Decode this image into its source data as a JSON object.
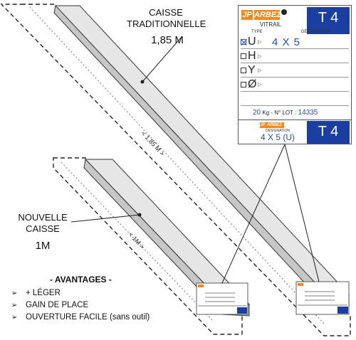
{
  "labels": {
    "traditional_line1": "CAISSE",
    "traditional_line2": "TRADITIONNELLE",
    "traditional_size": "1,85 M",
    "new_line1": "NOUVELLE",
    "new_line2": "CAISSE",
    "new_size": "1M",
    "dim_long": "< 1,85 M >",
    "dim_short": "< 1M >"
  },
  "advantages": {
    "title": "- AVANTAGES -",
    "items": [
      "+ LÉGER",
      "GAIN DE PLACE",
      "OUVERTURE FACILE (sans outil)"
    ],
    "bullet": "➢"
  },
  "label_card": {
    "brand_jp": "JP",
    "brand_name": "ARBEZ",
    "product": "VITRAIL",
    "t_code": "T 4",
    "t_sub": "",
    "header_type": "TYPE",
    "header_designation": "DESIGNATION",
    "rows": [
      {
        "letter": "U",
        "checked": true,
        "handwriting": "4 X 5"
      },
      {
        "letter": "H",
        "checked": false,
        "handwriting": ""
      },
      {
        "letter": "Y",
        "checked": false,
        "handwriting": ""
      },
      {
        "letter": "Ø",
        "checked": false,
        "handwriting": ""
      }
    ],
    "weight_value": "20",
    "weight_unit": "Kg - N° LOT :",
    "lot_value": "14335",
    "bottom_brand_jp": "JP",
    "bottom_brand_name": "ARBEZ",
    "bottom_designation": "DESIGNATION",
    "bottom_handwriting": "4 X 5 (U)",
    "bottom_t_code": "T 4"
  },
  "colors": {
    "box_fill": "#d2d2d2",
    "box_stroke": "#333333",
    "brand_orange": "#f08a1c",
    "t_box_blue": "#1b3fa0",
    "handwriting_blue": "#2a4fb0"
  }
}
